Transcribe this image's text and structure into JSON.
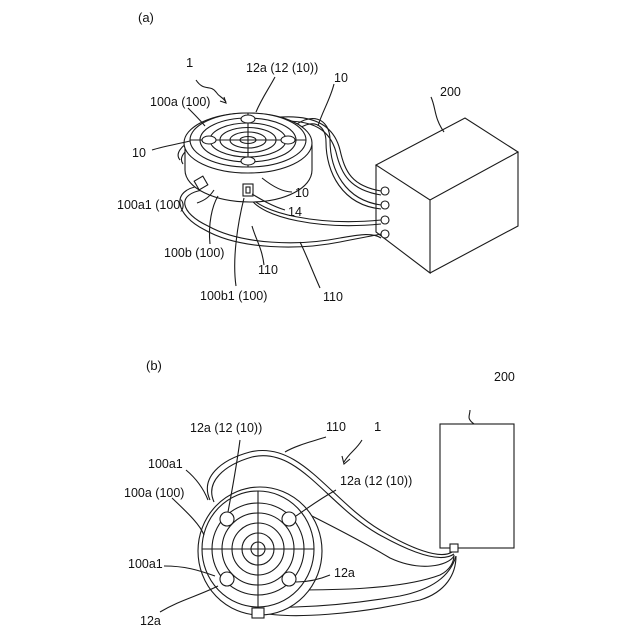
{
  "panel_a": {
    "caption": "(a)",
    "labels": {
      "device": "1",
      "pad_ref_top": "12a (12 (10))",
      "electrode_right": "10",
      "sheet_a": "100a (100)",
      "electrode_left": "10",
      "sheet_a1": "100a1 (100)",
      "electrode_front": "10",
      "connector": "14",
      "sheet_b": "100b (100)",
      "cable_left": "110",
      "sheet_b1": "100b1 (100)",
      "cable_right": "110",
      "unit": "200"
    }
  },
  "panel_b": {
    "caption": "(b)",
    "labels": {
      "unit": "200",
      "cable": "110",
      "device": "1",
      "pad_top": "12a (12 (10))",
      "sheet_a1_top": "100a1",
      "pad_right": "12a (12 (10))",
      "sheet_a": "100a (100)",
      "sheet_a1_bottom": "100a1",
      "pad_lower_right": "12a",
      "pad_lower_left": "12a"
    }
  }
}
